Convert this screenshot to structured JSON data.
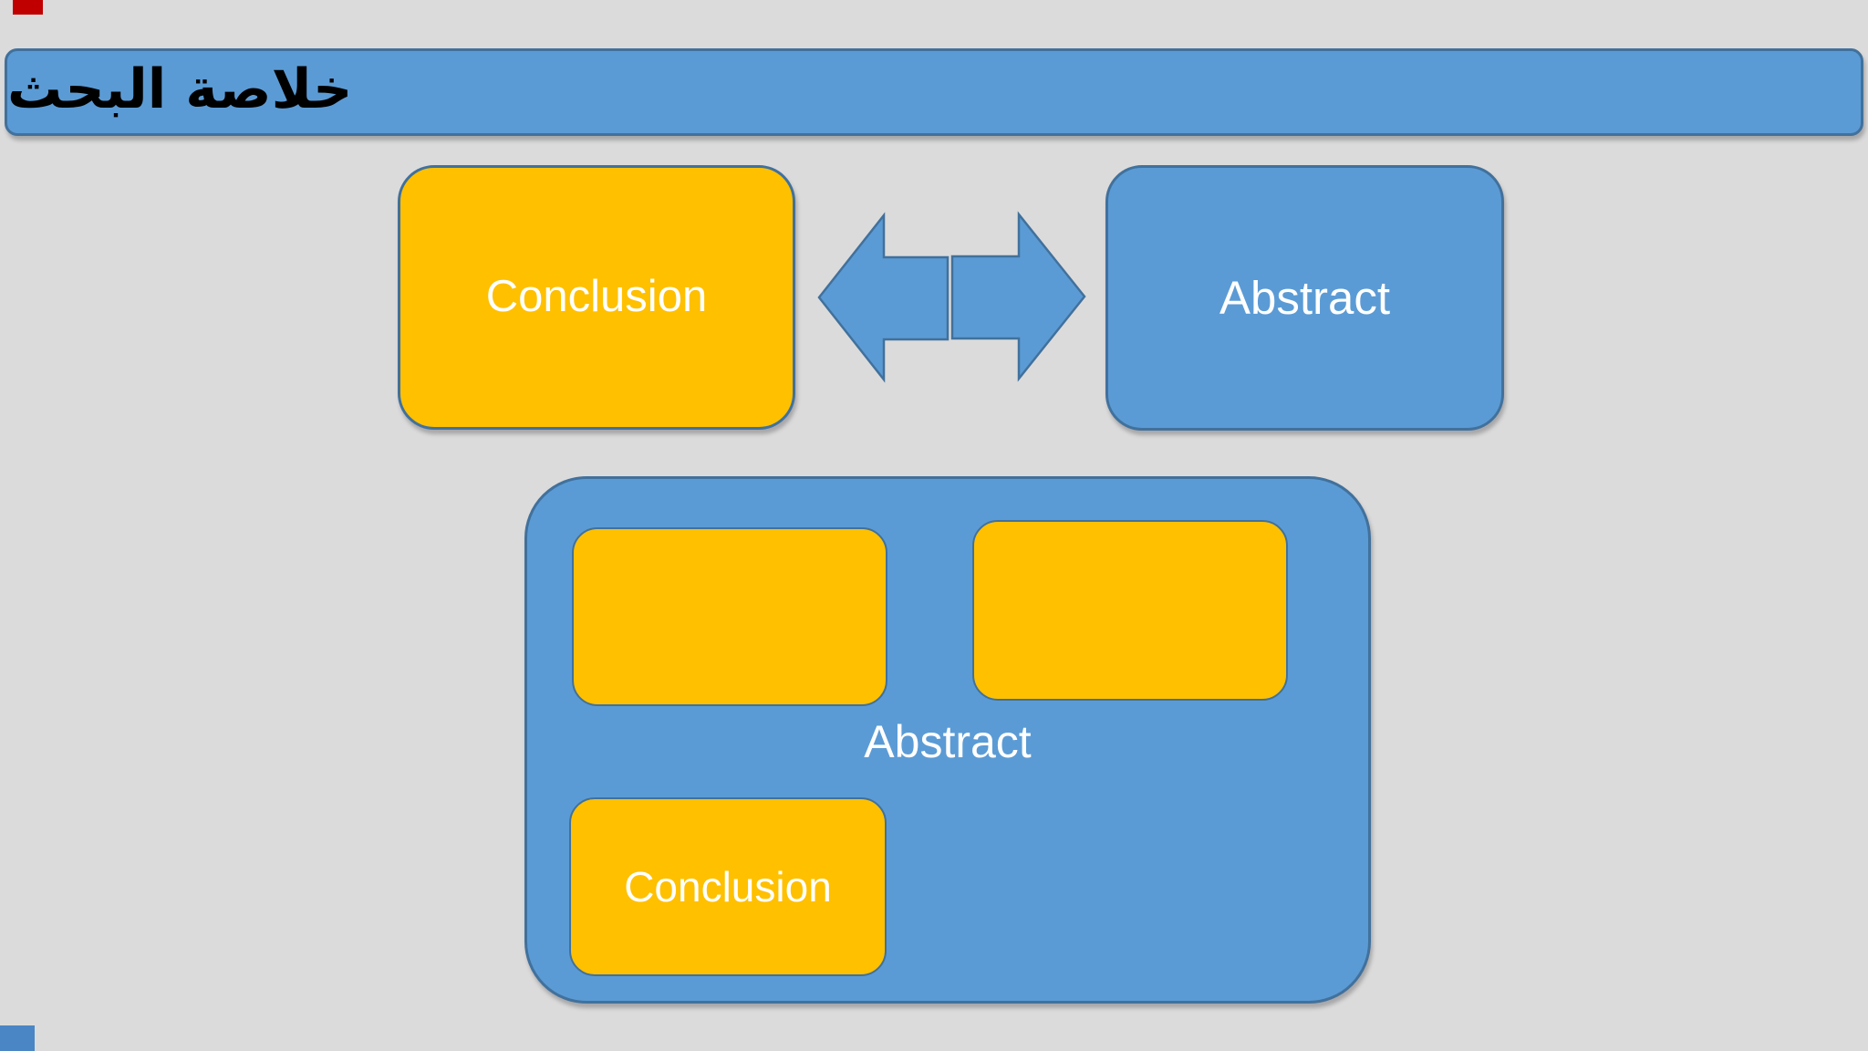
{
  "slide": {
    "title": "خلاصة البحث"
  },
  "colors": {
    "bg": "#DCDBDB",
    "shape_blue": "#5B9BD5",
    "shape_border": "#41719C",
    "shape_yellow": "#FFC000",
    "label_text": "#FFFFFF",
    "title_text": "#000000",
    "mark_red": "#C00000",
    "mark_blue": "#4A86C5"
  },
  "top_row": {
    "conclusion_label": "Conclusion",
    "abstract_label": "Abstract",
    "arrow_icon": "left-right-arrow"
  },
  "summary_group": {
    "label": "Abstract",
    "conclusion_label": "Conclusion",
    "empty_yellow_boxes": 2
  },
  "corner_marks": {
    "top_left": "red",
    "bottom_left": "blue"
  }
}
